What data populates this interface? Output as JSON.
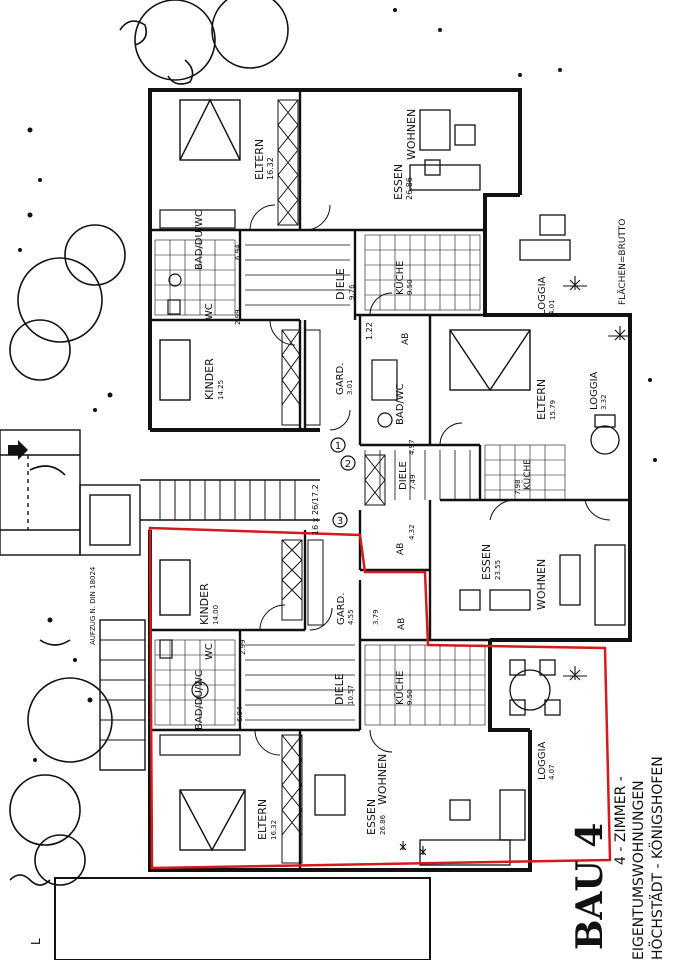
{
  "rooms": {
    "eltern_top": {
      "name": "ELTERN",
      "area": "16.32"
    },
    "essen_wohnen_top": {
      "name1": "ESSEN",
      "name2": "WOHNEN",
      "area": "26.86"
    },
    "bad_top": {
      "name": "BAD/DU/WC",
      "area": "6.94"
    },
    "wc_top": {
      "name": "WC",
      "area": "2.99"
    },
    "diele_top": {
      "name": "DIELE",
      "area": "9.76"
    },
    "kueche_top": {
      "name": "KÜCHE",
      "area": "9.50"
    },
    "loggia_top": {
      "name": "LOGGIA",
      "area": "4.01"
    },
    "kinder_top": {
      "name": "KINDER",
      "area": "14.25"
    },
    "gard_top": {
      "name": "GARD.",
      "area": "3.01"
    },
    "ab_top": {
      "name": "AB",
      "area": "1.22"
    },
    "bad_wc_right": {
      "name": "BAD/WC",
      "area": "4.97"
    },
    "eltern_right": {
      "name": "ELTERN",
      "area": "15.79"
    },
    "loggia_right": {
      "name": "LOGGIA",
      "area": "3.32"
    },
    "kueche_right": {
      "name": "KÜCHE",
      "area": "7.98"
    },
    "diele_right": {
      "name": "DIELE",
      "area": "7.49"
    },
    "ab_right": {
      "name": "AB",
      "area": "4.32"
    },
    "essen_wohnen_right": {
      "name1": "ESSEN",
      "name2": "WOHNEN",
      "area": "23.55"
    },
    "ab_right2": {
      "name": "AB",
      "area": "3.79"
    },
    "kinder_bottom": {
      "name": "KINDER",
      "area": "14.00"
    },
    "wc_bottom": {
      "name": "WC",
      "area": "2.99"
    },
    "bad_bottom": {
      "name": "BAD/DU/WC",
      "area": "6.94"
    },
    "gard_bottom": {
      "name": "GARD.",
      "area": "4.55"
    },
    "diele_bottom": {
      "name": "DIELE",
      "area": "10.57"
    },
    "kueche_bottom": {
      "name": "KÜCHE",
      "area": "9.50"
    },
    "loggia_bottom": {
      "name": "LOGGIA",
      "area": "4.07"
    },
    "eltern_bottom": {
      "name": "ELTERN",
      "area": "16.32"
    },
    "essen_wohnen_bottom": {
      "name1": "ESSEN",
      "name2": "WOHNEN",
      "area": "26.86"
    }
  },
  "stair_label": "16 x 26/17.2",
  "stair_numbers": [
    "1",
    "2",
    "3"
  ],
  "elevator_label": "AUFZUG N. DIN 18024",
  "flaechen_label": "FLÄCHEN=BRUTTO",
  "title_block": {
    "bau": "BAU 4",
    "line1": "4 - ZIMMER -",
    "line2": "EIGENTUMSWOHNUNGEN",
    "line3": "HÖCHSTÄDT - KÖNIGSHOFEN"
  },
  "corner_mark": "L",
  "highlight_color": "#d41a1a",
  "line_color": "#111111"
}
